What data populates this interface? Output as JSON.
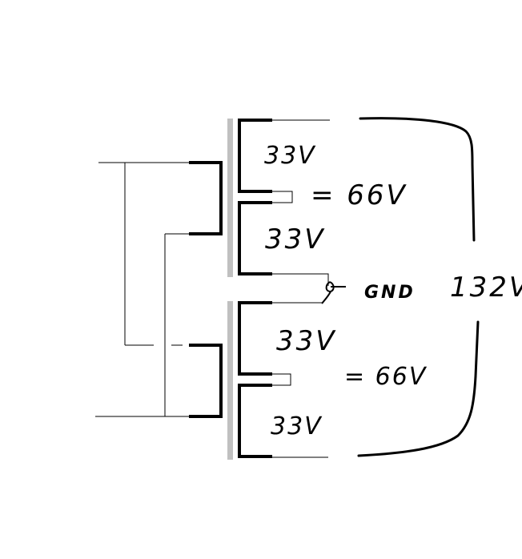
{
  "diagram": {
    "colors": {
      "wire": "#000000",
      "core": "#c0c0c0",
      "background": "#ffffff"
    },
    "labels": {
      "upper_top_winding": "33V",
      "upper_bottom_winding": "33V",
      "upper_sum": "= 66V",
      "gnd": "GND",
      "total": "132V",
      "lower_top_winding": "33V",
      "lower_bottom_winding": "33V",
      "lower_sum": "= 66V"
    }
  }
}
